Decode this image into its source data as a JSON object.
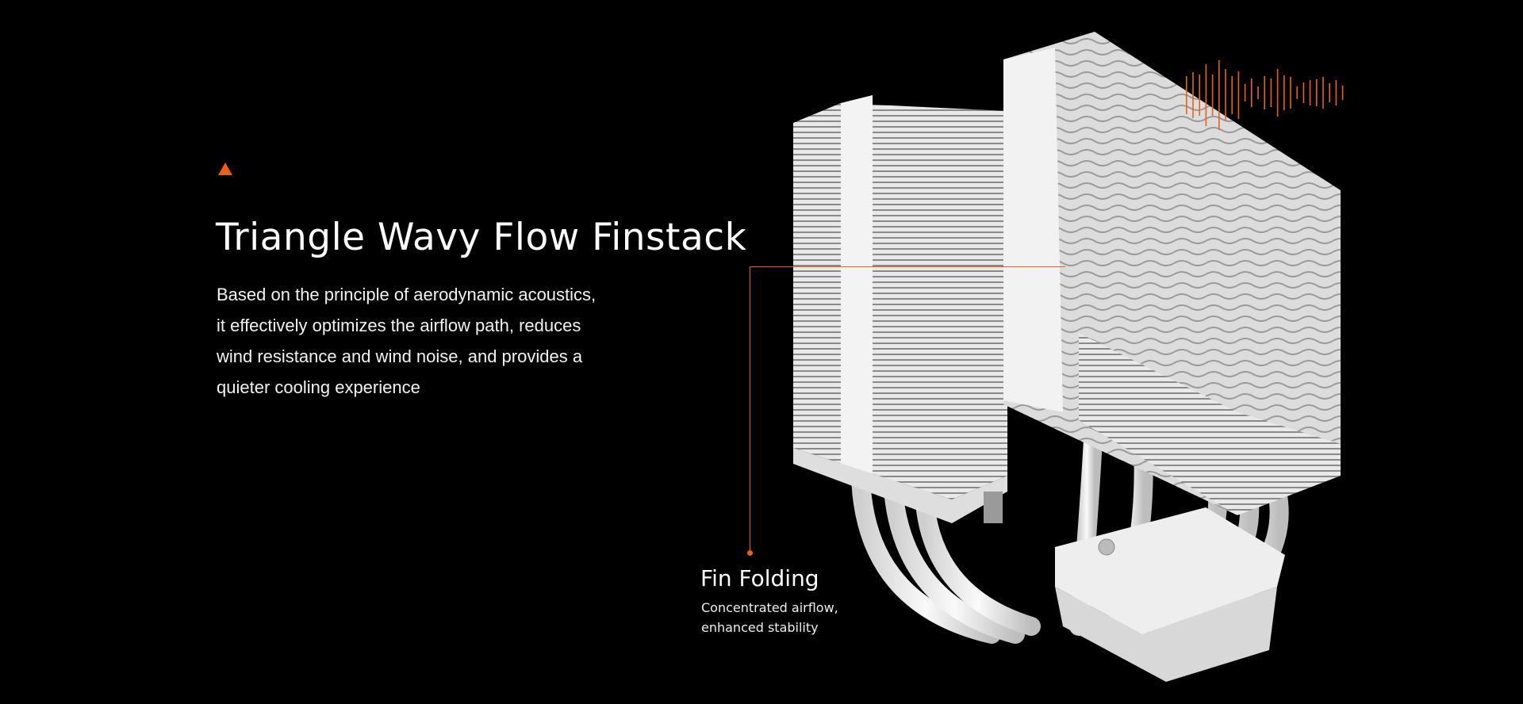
{
  "section": {
    "title": "Triangle Wavy Flow Finstack",
    "description_lines": [
      "Based on the principle of aerodynamic acoustics,",
      "it effectively optimizes the airflow path, reduces",
      "wind resistance and wind noise, and provides a",
      "quieter cooling experience"
    ]
  },
  "callout": {
    "title": "Fin Folding",
    "lines": [
      "Concentrated airflow,",
      "enhanced stability"
    ]
  },
  "colors": {
    "accent": "#e8611a",
    "background": "#000000"
  }
}
